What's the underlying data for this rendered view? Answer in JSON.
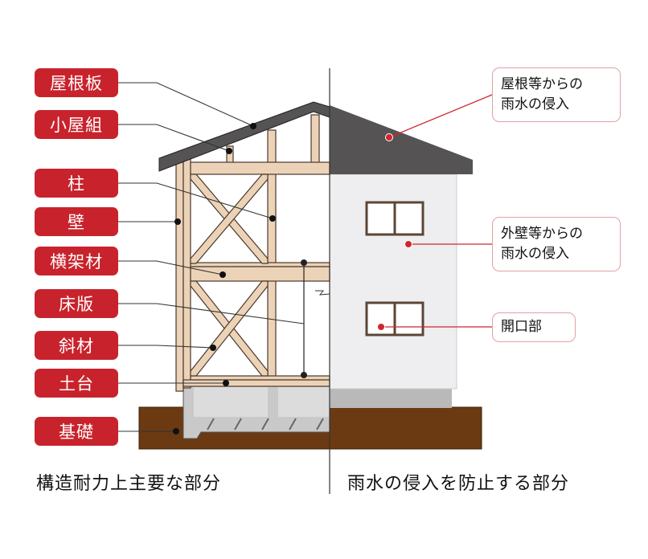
{
  "structure_labels": [
    "屋根板",
    "小屋組",
    "柱",
    "壁",
    "横架材",
    "床版",
    "斜材",
    "土台",
    "基礎"
  ],
  "rain_labels": {
    "roof": [
      "屋根等からの",
      "雨水の侵入"
    ],
    "wall": [
      "外壁等からの",
      "雨水の侵入"
    ],
    "opening": [
      "開口部"
    ]
  },
  "captions": {
    "left": "構造耐力上主要な部分",
    "right": "雨水の侵入を防止する部分"
  },
  "colors": {
    "label_red": "#c8232c",
    "roof": "#555354",
    "wood": "#ecd3b8",
    "soil": "#6b3a12",
    "wall": "#eeeef0"
  }
}
